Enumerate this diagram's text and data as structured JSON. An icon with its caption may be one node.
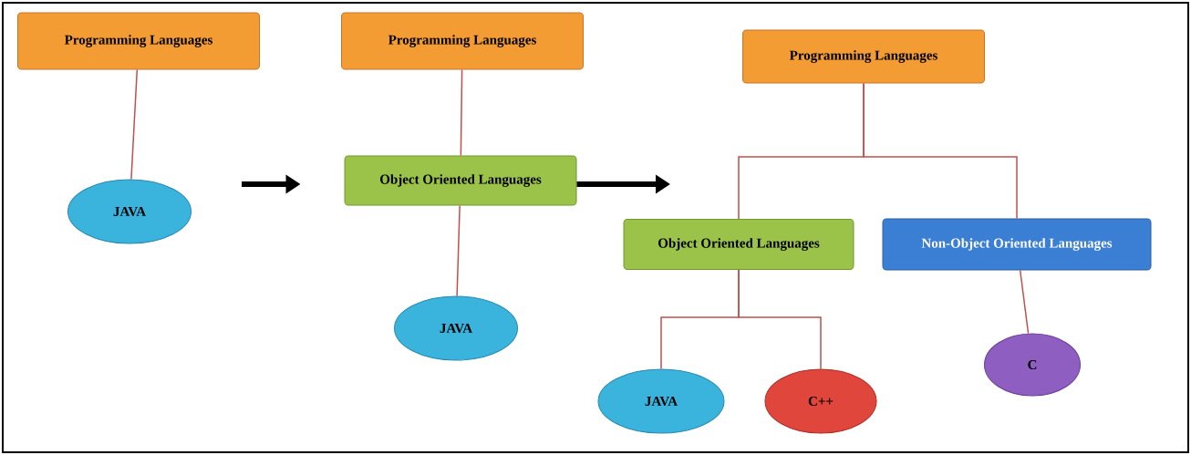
{
  "diagram": {
    "nodes": [
      {
        "text": [
          "Programming Languages"
        ]
      },
      {
        "text": [
          "JAVA"
        ]
      },
      {
        "text": [
          "Programming Languages"
        ]
      },
      {
        "text": [
          "Object Oriented Languages"
        ]
      },
      {
        "text": [
          "JAVA"
        ]
      },
      {
        "text": [
          "Programming Languages"
        ]
      },
      {
        "text": [
          "Object Oriented Languages"
        ]
      },
      {
        "text": [
          "Non-Object Oriented Languages"
        ]
      },
      {
        "text": [
          "JAVA"
        ]
      },
      {
        "text": [
          "C++"
        ]
      },
      {
        "text": [
          "C"
        ]
      }
    ],
    "edges": [
      {
        "from": 0,
        "to": 1,
        "arrow": "none"
      },
      {
        "from": 1,
        "to": 3,
        "arrow": "to",
        "style": "thick",
        "color": "#000000"
      },
      {
        "from": 2,
        "to": 3,
        "arrow": "none"
      },
      {
        "from": 3,
        "to": 4,
        "arrow": "none"
      },
      {
        "from": 3,
        "to": null,
        "arrow": "to",
        "style": "thick",
        "color": "#000000"
      },
      {
        "from": 5,
        "to": 6,
        "arrow": "none"
      },
      {
        "from": 5,
        "to": 7,
        "arrow": "none"
      },
      {
        "from": 6,
        "to": 8,
        "arrow": "none"
      },
      {
        "from": 6,
        "to": 9,
        "arrow": "none"
      },
      {
        "from": 7,
        "to": 10,
        "arrow": "none"
      }
    ]
  }
}
